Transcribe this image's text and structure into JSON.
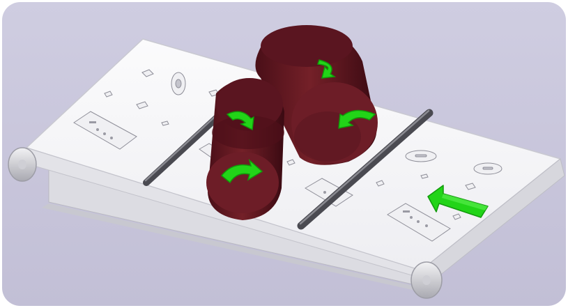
{
  "colors": {
    "background": "#c9c6dc",
    "belt_top": "#f6f6f8",
    "belt_edge": "#d4d4da",
    "roller_body": "#6b1a24",
    "roller_dark": "#3e0c14",
    "roller_end": "#7a2430",
    "rod": "#55555c",
    "arrow": "#22d418",
    "arrow_dark": "#129a0c"
  },
  "scene": {
    "conveyor_belt_count": 1,
    "roller_count": 3,
    "guide_rod_count": 2,
    "rotation_arrow_count": 4,
    "direction_arrow": "pointing-up-left"
  }
}
